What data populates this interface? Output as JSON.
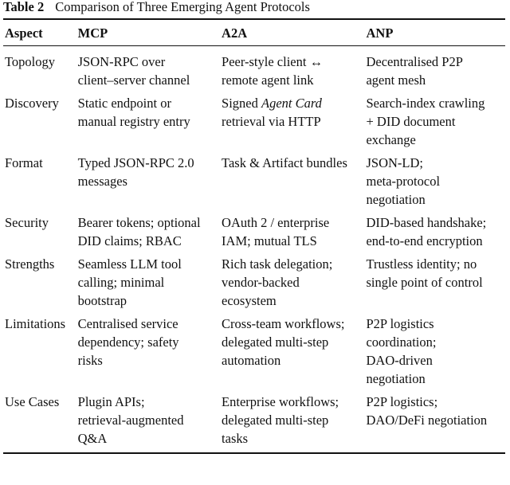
{
  "caption": {
    "number": "Table 2",
    "title": "Comparison of Three Emerging Agent Protocols"
  },
  "headers": [
    "Aspect",
    "MCP",
    "A2A",
    "ANP"
  ],
  "rows": [
    {
      "aspect": "Topology",
      "mcp": [
        "JSON-RPC over",
        "client–server channel"
      ],
      "a2a": [
        "Peer-style client ↔",
        "remote agent link"
      ],
      "anp": [
        "Decentralised P2P",
        "agent mesh"
      ]
    },
    {
      "aspect": "Discovery",
      "mcp": [
        "Static endpoint or",
        "manual registry entry"
      ],
      "a2a_pre": "Signed ",
      "a2a_italic": "Agent Card",
      "a2a_rest": [
        "retrieval via HTTP"
      ],
      "anp": [
        "Search-index crawling",
        "+ DID document",
        "exchange"
      ]
    },
    {
      "aspect": "Format",
      "mcp": [
        "Typed JSON-RPC 2.0",
        "messages"
      ],
      "a2a": [
        "Task & Artifact bundles"
      ],
      "anp": [
        "JSON-LD;",
        "meta-protocol",
        "negotiation"
      ]
    },
    {
      "aspect": "Security",
      "mcp": [
        "Bearer tokens; optional",
        "DID claims; RBAC"
      ],
      "a2a": [
        "OAuth 2 / enterprise",
        "IAM; mutual TLS"
      ],
      "anp": [
        "DID-based handshake;",
        "end-to-end encryption"
      ]
    },
    {
      "aspect": "Strengths",
      "mcp": [
        "Seamless LLM tool",
        "calling; minimal",
        "bootstrap"
      ],
      "a2a": [
        "Rich task delegation;",
        "vendor-backed",
        "ecosystem"
      ],
      "anp": [
        "Trustless identity; no",
        "single point of control"
      ]
    },
    {
      "aspect": "Limitations",
      "mcp": [
        "Centralised service",
        "dependency; safety",
        "risks"
      ],
      "a2a": [
        "Cross-team workflows;",
        "delegated multi-step",
        "automation"
      ],
      "anp": [
        "P2P logistics",
        "coordination;",
        "DAO-driven",
        "negotiation"
      ]
    },
    {
      "aspect": "Use Cases",
      "mcp": [
        "Plugin APIs;",
        "retrieval-augmented",
        "Q&A"
      ],
      "a2a": [
        "Enterprise workflows;",
        "delegated multi-step",
        "tasks"
      ],
      "anp": [
        "P2P logistics;",
        "DAO/DeFi negotiation"
      ]
    }
  ]
}
